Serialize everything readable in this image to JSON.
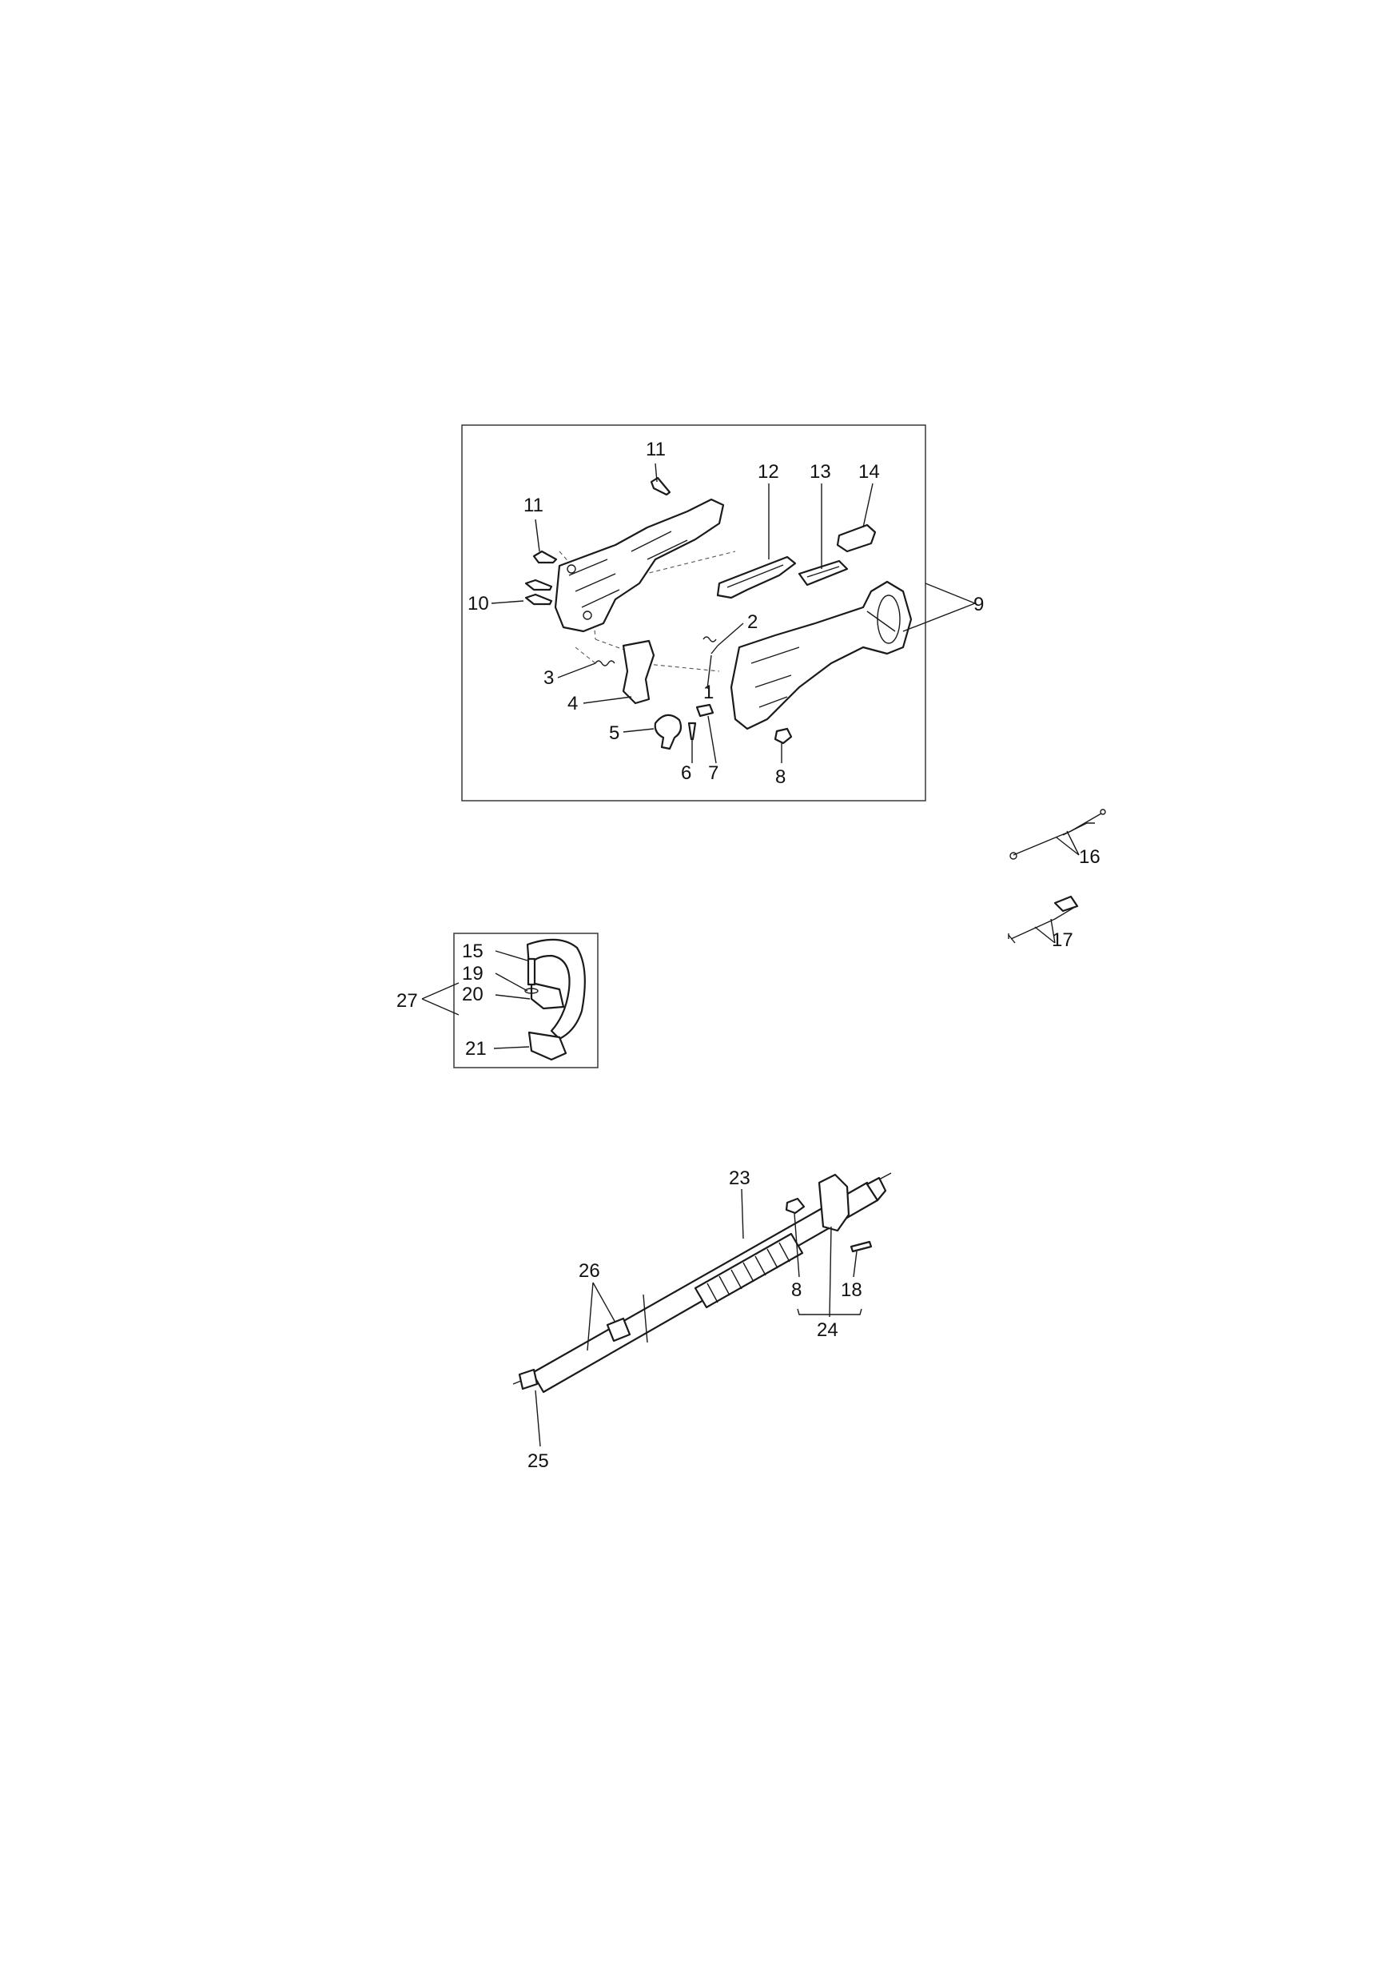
{
  "callouts": {
    "handle_group": [
      "11",
      "11",
      "10",
      "12",
      "13",
      "14",
      "9",
      "2",
      "1",
      "3",
      "4",
      "5",
      "6",
      "7",
      "8"
    ],
    "cable_16": "16",
    "cable_17": "17",
    "loop_handle_group": [
      "15",
      "19",
      "20",
      "27",
      "21"
    ],
    "shaft_group": [
      "23",
      "26",
      "8",
      "18",
      "24",
      "25"
    ]
  }
}
